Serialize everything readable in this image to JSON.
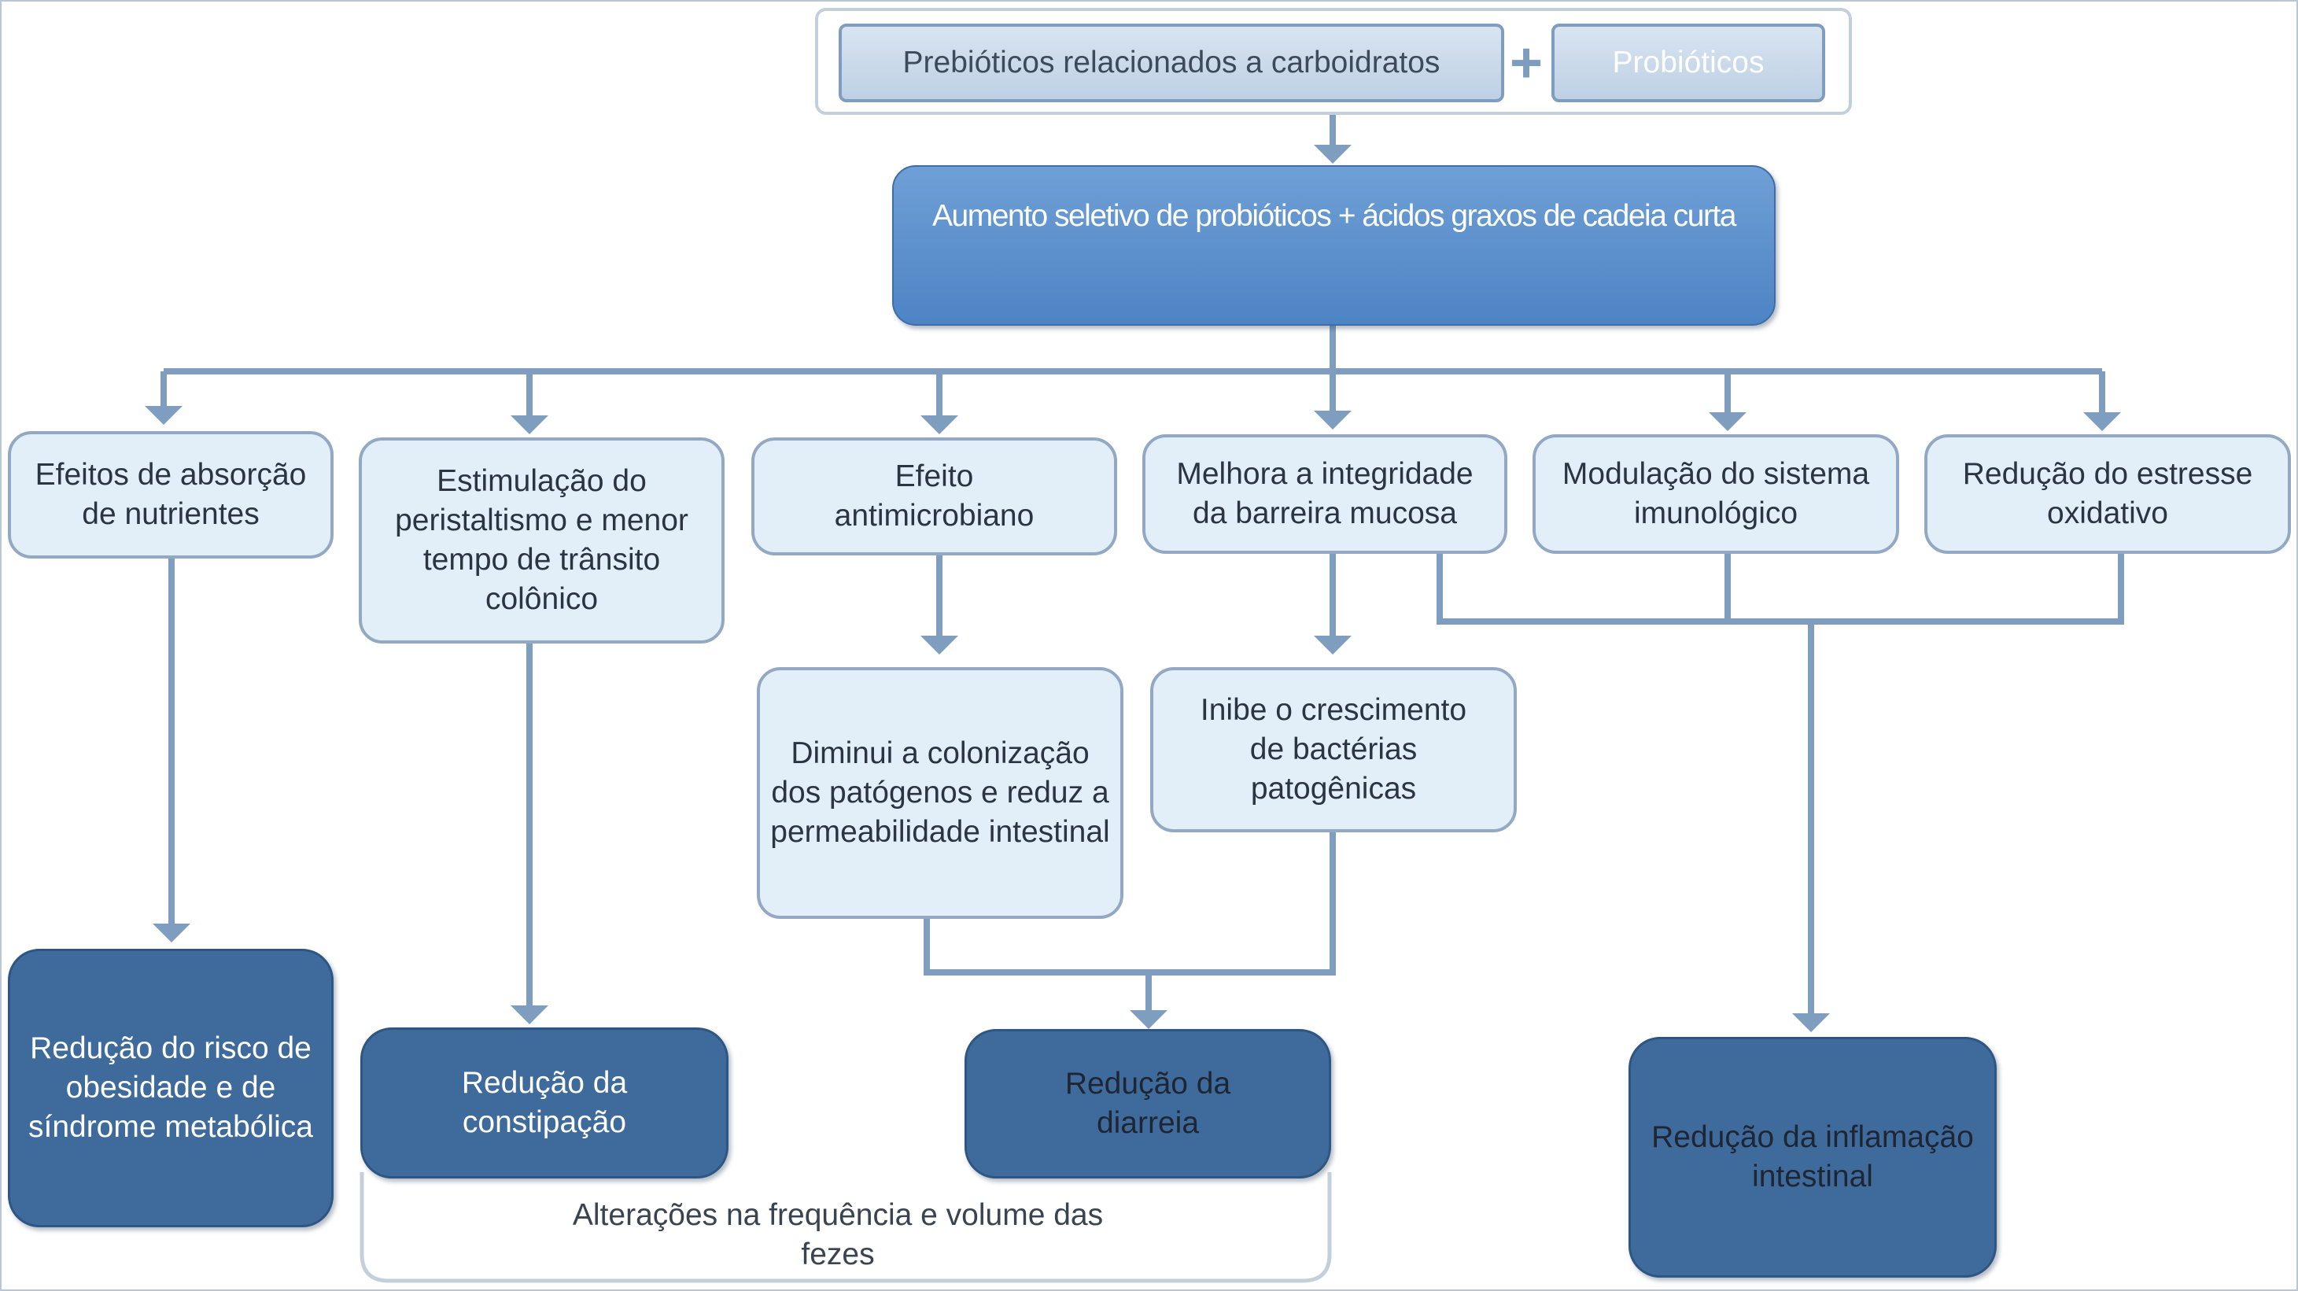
{
  "header": {
    "prebiotics": "Prebióticos relacionados a carboidratos",
    "plus": "+",
    "probiotics": "Probióticos"
  },
  "main": {
    "title": "Aumento seletivo de probióticos + ácidos graxos de cadeia curta"
  },
  "effects": {
    "absorption": "Efeitos de absorção de nutrientes",
    "peristalsis": "Estimulação do peristaltismo e menor tempo de trânsito colônico",
    "antimicrobial": "Efeito antimicrobiano",
    "barrier": "Melhora a integridade da barreira mucosa",
    "immune": "Modulação do sistema imunológico",
    "oxidative": "Redução do estresse oxidativo"
  },
  "mid": {
    "colonization": "Diminui a colonização dos patógenos e reduz a permeabilidade intestinal",
    "bacteria": "Inibe o crescimento de bactérias patogênicas"
  },
  "outcomes": {
    "obesity": "Redução do risco de obesidade e de síndrome metabólica",
    "constipation": "Redução da constipação",
    "diarrhea": "Redução da diarreia",
    "stool_changes": "Alterações na frequência e volume das fezes",
    "inflammation": "Redução da inflamação intestinal"
  },
  "colors": {
    "line": "#7f9ebf",
    "light_fill": "#e3eff8",
    "main_fill": "#5a8fcd",
    "dark_fill": "#3f6a9c"
  }
}
